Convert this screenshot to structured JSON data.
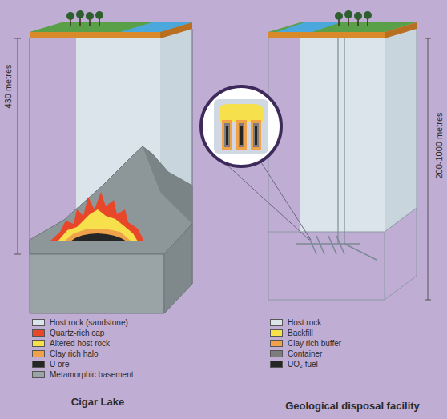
{
  "diagram": {
    "labels": [
      "430 metres",
      "200-1000 metres",
      "Cigar Lake",
      "Geological disposal facility"
    ],
    "legend": [
      {
        "text": "Host rock (sandstone)",
        "color": "#dae4ea"
      },
      {
        "text": "Quartz-rich cap",
        "color": "#e8472a"
      },
      {
        "text": "Altered host rock",
        "color": "#f6e04b"
      },
      {
        "text": "Clay rich halo",
        "color": "#f0a24a"
      },
      {
        "text": "U ore",
        "color": "#262626"
      },
      {
        "text": "Metamorphic basement",
        "color": "#9aa3a5"
      },
      {
        "text": "Host rock",
        "color": "#dae4ea"
      },
      {
        "text": "Backfill",
        "color": "#f6e04b"
      },
      {
        "text": "Clay rich buffer",
        "color": "#f0a24a"
      },
      {
        "text": "Container",
        "color": "#7d7d7d"
      },
      {
        "text": "UO₂ fuel",
        "color": "#262626"
      }
    ]
  }
}
